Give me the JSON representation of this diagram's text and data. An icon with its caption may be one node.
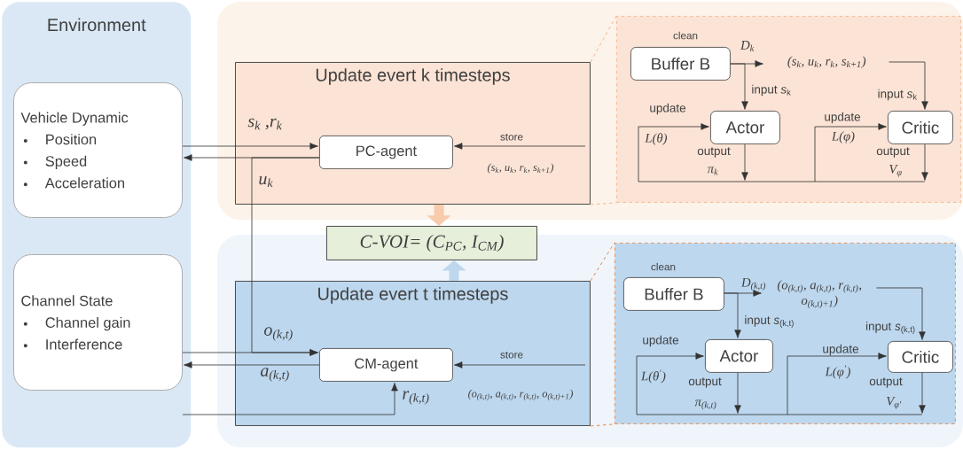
{
  "diagram": {
    "nodes": [
      {
        "text": [
          "Environment"
        ]
      },
      {
        "text": [
          "Vehicle Dynamic",
          "Position",
          "Speed",
          "Acceleration"
        ],
        "in": 0
      },
      {
        "text": [
          "Channel State",
          "Channel gain",
          "Interference"
        ],
        "in": 0
      },
      {
        "text": [
          "Update evert k timesteps"
        ]
      },
      {
        "text": [
          "PC-agent"
        ],
        "in": 3
      },
      {
        "text": [],
        "shape": "box"
      },
      {
        "text": [
          "Buffer B"
        ],
        "in": 5,
        "beside": [
          "clean"
        ]
      },
      {
        "text": [
          "(s$_{k}$, u$_{k}$, r$_{k}$, s$_{k+1}$)"
        ],
        "in": 5
      },
      {
        "text": [
          "Actor"
        ],
        "in": 5
      },
      {
        "text": [
          "Critic"
        ],
        "in": 5
      },
      {
        "text": [
          "C-VOI= (C$_{PC}$, I$_{CM}$)"
        ]
      },
      {
        "text": [
          "Update evert t timesteps"
        ]
      },
      {
        "text": [
          "CM-agent"
        ],
        "in": 11
      },
      {
        "text": [],
        "shape": "box"
      },
      {
        "text": [
          "Buffer B"
        ],
        "in": 13,
        "beside": [
          "clean"
        ]
      },
      {
        "text": [
          "(o$_{(k,t)}$, a$_{(k,t)}$, r$_{(k,t)}$, o$_{(k,t)+1}$)"
        ],
        "in": 13
      },
      {
        "text": [
          "Actor"
        ],
        "in": 13
      },
      {
        "text": [
          "Critic"
        ],
        "in": 13
      }
    ],
    "edges": [
      {
        "from": 1,
        "to": 4,
        "arrow": "to",
        "label": "s$_{k}$ ,r$_{k}$"
      },
      {
        "from": 4,
        "to": 1,
        "arrow": "to",
        "label": "u$_{k}$"
      },
      {
        "from": 4,
        "to": 12,
        "arrow": "to"
      },
      {
        "from": null,
        "to": 4,
        "arrow": "to",
        "label": "store"
      },
      {
        "from": 3,
        "to": 5,
        "arrow": "none",
        "style": "dashed",
        "color": "#f4b183"
      },
      {
        "from": 3,
        "to": 5,
        "arrow": "none",
        "style": "dashed",
        "color": "#f4b183"
      },
      {
        "from": 3,
        "to": 10,
        "arrow": "to",
        "style": "thick",
        "color": "#f8cbad"
      },
      {
        "from": 6,
        "to": 7,
        "arrow": "to",
        "label": "D$_{k}$"
      },
      {
        "from": 6,
        "to": 8,
        "arrow": "to",
        "label": "input *s*$_{k}$"
      },
      {
        "from": 7,
        "to": 9,
        "arrow": "to",
        "label": "input *s*$_{k}$"
      },
      {
        "from": 8,
        "to": null,
        "arrow": "to",
        "label": "output"
      },
      {
        "from": 9,
        "to": null,
        "arrow": "to",
        "label": "output"
      },
      {
        "from": null,
        "to": 8,
        "arrow": "to",
        "label": "update"
      },
      {
        "from": null,
        "to": 9,
        "arrow": "to",
        "label": "update"
      },
      {
        "from": 2,
        "to": 12,
        "arrow": "to",
        "label": "o$_{(k,t)}$"
      },
      {
        "from": 12,
        "to": 2,
        "arrow": "to",
        "label": "a$_{(k,t)}$"
      },
      {
        "from": 2,
        "to": 12,
        "arrow": "to",
        "label": "r$_{(k,t)}$"
      },
      {
        "from": null,
        "to": 12,
        "arrow": "to",
        "label": "store"
      },
      {
        "from": 11,
        "to": 10,
        "arrow": "to",
        "style": "thick",
        "color": "#bdd7ee"
      },
      {
        "from": 11,
        "to": 13,
        "arrow": "none",
        "style": "dashed",
        "color": "#ed7d31"
      },
      {
        "from": 11,
        "to": 13,
        "arrow": "none",
        "style": "dashed",
        "color": "#ed7d31"
      },
      {
        "from": 14,
        "to": 15,
        "arrow": "to",
        "label": "D$_{(k,t)}$"
      },
      {
        "from": 14,
        "to": 16,
        "arrow": "to",
        "label": "input *s*$_{(k,t)}$"
      },
      {
        "from": 15,
        "to": 17,
        "arrow": "to",
        "label": "input *s*$_{(k,t)}$"
      },
      {
        "from": 16,
        "to": null,
        "arrow": "to",
        "label": "output"
      },
      {
        "from": 17,
        "to": null,
        "arrow": "to",
        "label": "output"
      },
      {
        "from": null,
        "to": 16,
        "arrow": "to",
        "label": "update"
      },
      {
        "from": null,
        "to": 17,
        "arrow": "to",
        "label": "update"
      }
    ],
    "labels": [
      "(s$_{k}$, u$_{k}$, r$_{k}$, s$_{k+1}$)",
      "L(θ)",
      "π$_{k}$",
      "L(φ)",
      "V$_{φ}$",
      "(o$_{(k,t)}$, a$_{(k,t)}$, r$_{(k,t)}$, o$_{(k,t)+1}$)",
      "L(θ$^{'}$)",
      "π$_{(k,t)}$",
      "L(φ$^{'}$)",
      "V$_{φ'}$"
    ]
  }
}
